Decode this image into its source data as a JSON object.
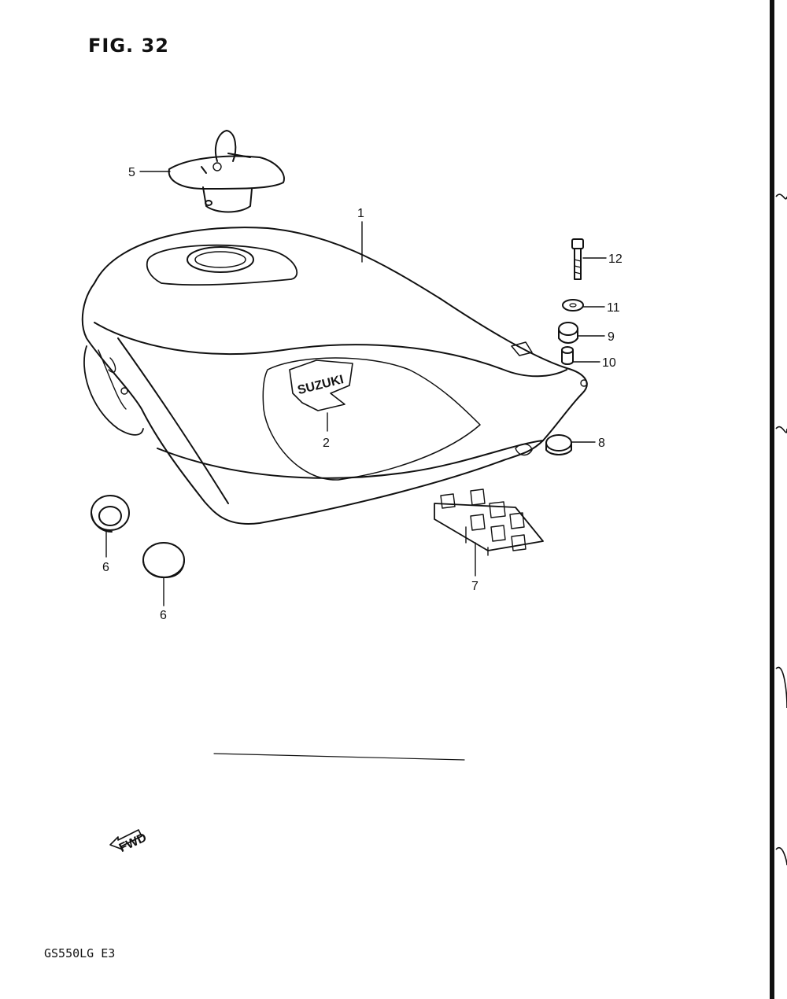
{
  "figure": {
    "title": "FIG. 32",
    "model_code": "GS550LG  E3",
    "fwd_label": "FWD",
    "tank_badge_text": "SUZUKI"
  },
  "callouts": [
    {
      "id": "c1",
      "label": "1"
    },
    {
      "id": "c2",
      "label": "2"
    },
    {
      "id": "c5",
      "label": "5"
    },
    {
      "id": "c6a",
      "label": "6"
    },
    {
      "id": "c6b",
      "label": "6"
    },
    {
      "id": "c7",
      "label": "7"
    },
    {
      "id": "c8",
      "label": "8"
    },
    {
      "id": "c9",
      "label": "9"
    },
    {
      "id": "c10",
      "label": "10"
    },
    {
      "id": "c11",
      "label": "11"
    },
    {
      "id": "c12",
      "label": "12"
    }
  ],
  "colors": {
    "ink": "#111111",
    "paper": "#ffffff"
  }
}
